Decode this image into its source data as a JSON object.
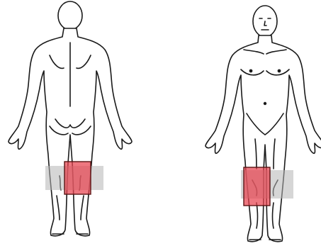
{
  "figures": [
    {
      "view": "back",
      "highlight": {
        "band_color": "#b4b4b4",
        "band_opacity": 0.55,
        "box_fill": "#e8434f",
        "box_opacity": 0.72,
        "box_stroke": "#5a1414"
      }
    },
    {
      "view": "front",
      "highlight": {
        "band_color": "#b4b4b4",
        "band_opacity": 0.55,
        "box_fill": "#e8434f",
        "box_opacity": 0.72,
        "box_stroke": "#5a1414"
      }
    }
  ],
  "colors": {
    "outline": "#1a1a1a",
    "background": "#ffffff"
  }
}
